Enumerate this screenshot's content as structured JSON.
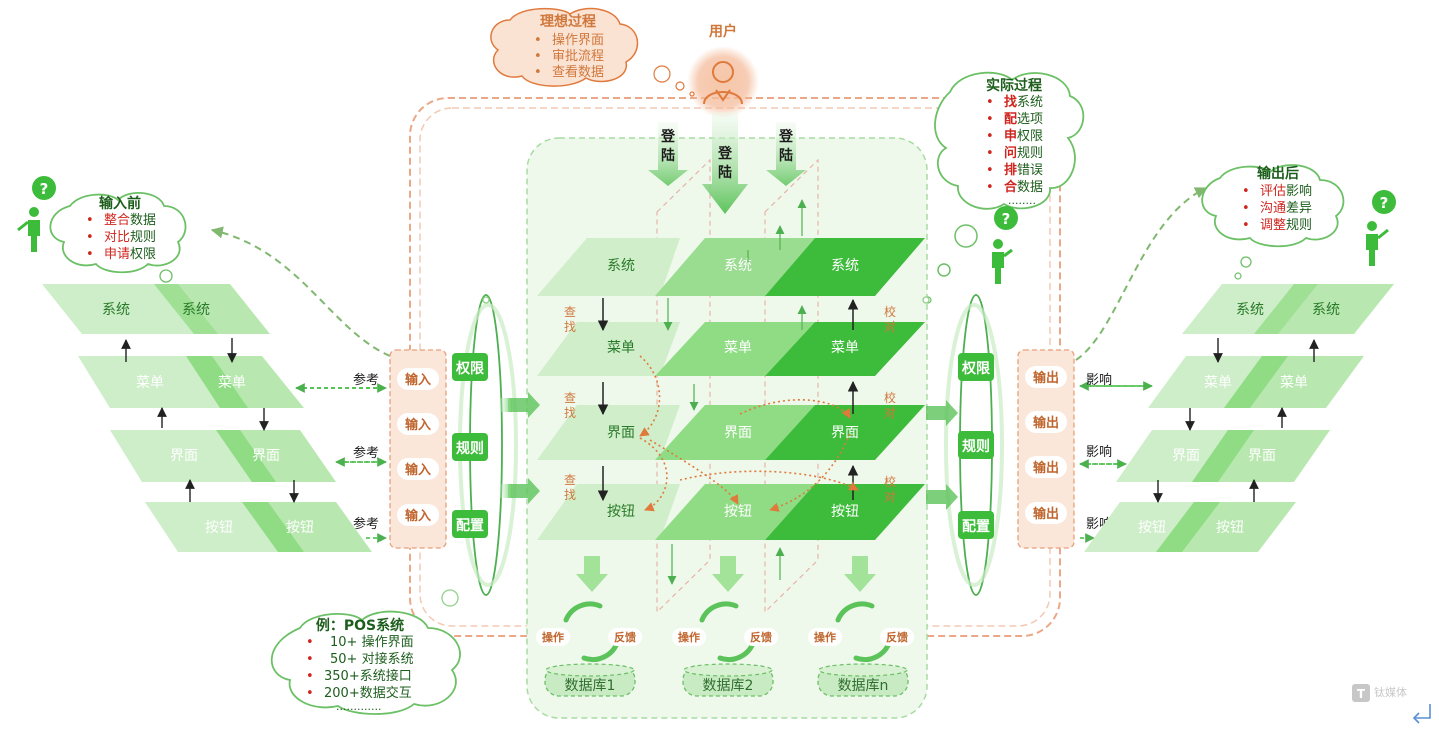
{
  "user": {
    "label": "用户"
  },
  "ideal": {
    "title": "理想过程",
    "items": [
      "操作界面",
      "审批流程",
      "查看数据"
    ]
  },
  "actual": {
    "title": "实际过程",
    "items": [
      {
        "em": "找",
        "rest": "系统"
      },
      {
        "em": "配",
        "rest": "选项"
      },
      {
        "em": "申",
        "rest": "权限"
      },
      {
        "em": "问",
        "rest": "规则"
      },
      {
        "em": "排",
        "rest": "错误"
      },
      {
        "em": "合",
        "rest": "数据"
      }
    ],
    "more": "........"
  },
  "before": {
    "title": "输入前",
    "items": [
      {
        "em": "整合",
        "rest": "数据"
      },
      {
        "em": "对比",
        "rest": "规则"
      },
      {
        "em": "申请",
        "rest": "权限"
      }
    ]
  },
  "after": {
    "title": "输出后",
    "items": [
      {
        "em": "评估",
        "rest": "影响"
      },
      {
        "em": "沟通",
        "rest": "差异"
      },
      {
        "em": "调整",
        "rest": "规则"
      }
    ]
  },
  "example": {
    "title": "例：POS系统",
    "items": [
      "10+ 操作界面",
      "50+ 对接系统",
      "350+系统接口",
      "200+数据交互"
    ],
    "more": "............."
  },
  "login": [
    "登陆",
    "登陆",
    "登陆"
  ],
  "layers": [
    "系统",
    "菜单",
    "界面",
    "按钮"
  ],
  "find": "查找",
  "check": "校对",
  "controls": [
    "权限",
    "规则",
    "配置"
  ],
  "input_label": "输入",
  "output_label": "输出",
  "reference_label": "参考",
  "impact_label": "影响",
  "loop": {
    "operate": "操作",
    "feedback": "反馈"
  },
  "databases": [
    "数据库1",
    "数据库2",
    "数据库n"
  ],
  "question_mark": "?",
  "watermark": "钛媒体",
  "colors": {
    "green_light": "#c6eec2",
    "green_mid": "#8fdc84",
    "green_dark": "#3dbb3a",
    "orange": "#e07a3c",
    "red": "#d0261f",
    "dark_green_text": "#1d5e1d"
  }
}
